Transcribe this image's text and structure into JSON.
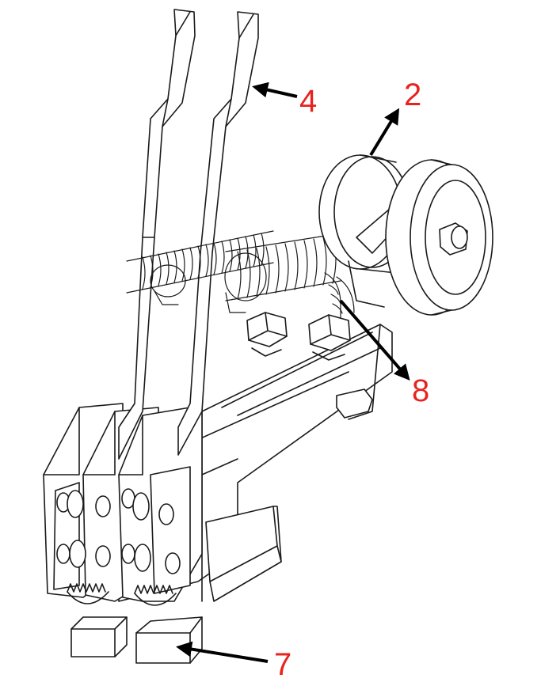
{
  "callouts": [
    {
      "id": "4",
      "label": "4"
    },
    {
      "id": "2",
      "label": "2"
    },
    {
      "id": "8",
      "label": "8"
    },
    {
      "id": "7",
      "label": "7"
    }
  ],
  "colors": {
    "callout_text": "#e8231f",
    "arrow": "#000000",
    "line": "#1a1a1a",
    "paper": "#ffffff"
  }
}
